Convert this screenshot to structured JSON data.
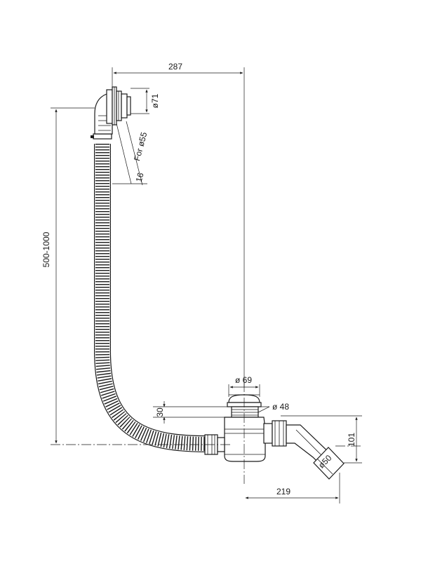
{
  "dimensions": {
    "width_total": "287",
    "height_range": "500-1000",
    "overflow_diameter": "ø71",
    "for_hole": "For ø55",
    "overflow_depth": "16",
    "plug_diameter": "ø 69",
    "plug_height": "30",
    "waste_diameter": "ø 48",
    "trap_height": "101",
    "outlet_diameter": "ø50",
    "outlet_offset": "219"
  }
}
